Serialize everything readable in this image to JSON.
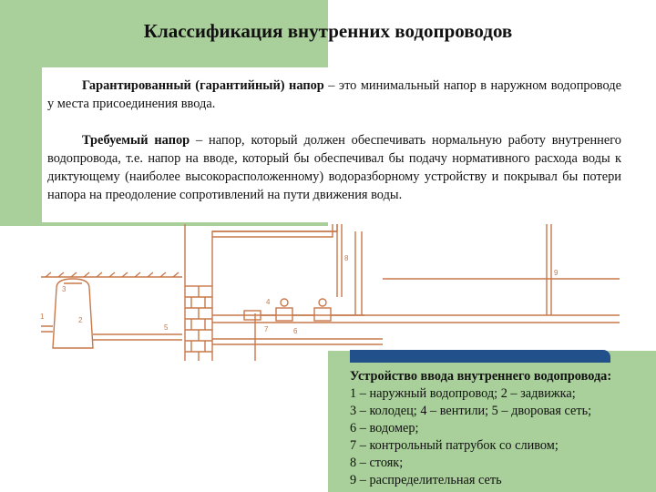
{
  "slide": {
    "title": "Классификация внутренних водопроводов"
  },
  "definitions": [
    {
      "term": "Гарантированный (гарантийный) напор",
      "text": " – это минимальный напор в наружном водопроводе у места присоединения ввода."
    },
    {
      "term": "Требуемый напор",
      "text": " – напор, который должен обеспечивать нормальную работу внутреннего водопровода, т.е. напор на вводе, который бы обеспечивал бы подачу нормативного расхода воды к диктующему (наиболее высокорасположенному) водоразборному устройству и покрывал бы потери напора на преодоление сопротивлений на пути движения воды."
    }
  ],
  "figure": {
    "labels": [
      "1",
      "2",
      "3",
      "4",
      "5",
      "6",
      "7",
      "8",
      "9"
    ]
  },
  "legend": {
    "title": "Устройство ввода внутреннего водопровода:",
    "items": [
      "1 – наружный водопровод; 2 – задвижка;",
      "3 – колодец; 4 – вентили; 5 – дворовая сеть;",
      "6 – водомер;",
      "7 – контрольный патрубок со сливом;",
      "8 – стояк;",
      "9 – распределительная сеть"
    ]
  },
  "colors": {
    "green": "#a9cf9a",
    "blue_band": "#22508a",
    "drawing": "#c8784a"
  }
}
